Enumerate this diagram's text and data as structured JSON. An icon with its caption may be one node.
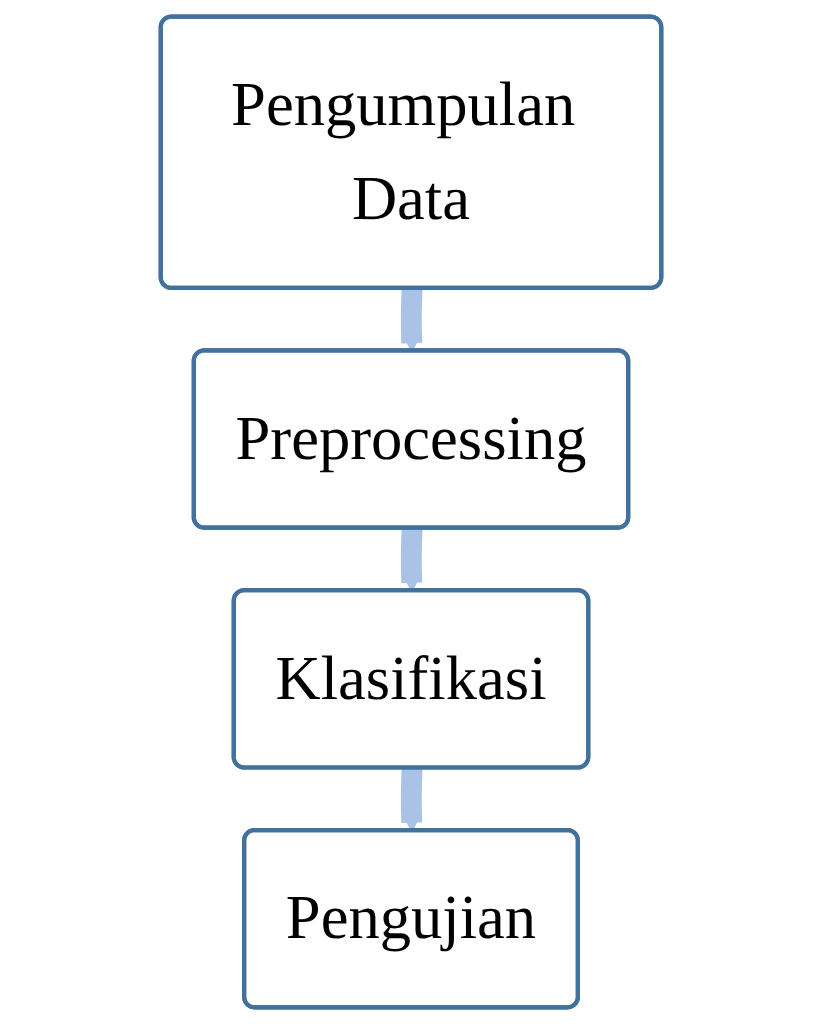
{
  "diagram": {
    "nodes": [
      {
        "text": [
          "Pengumpulan Data"
        ]
      },
      {
        "text": [
          "Preprocessing"
        ]
      },
      {
        "text": [
          "Klasifikasi"
        ]
      },
      {
        "text": [
          "Pengujian"
        ]
      }
    ],
    "edges": [
      {
        "from": 0,
        "to": 1,
        "arrow": "to"
      },
      {
        "from": 1,
        "to": 2,
        "arrow": "to"
      },
      {
        "from": 2,
        "to": 3,
        "arrow": "to"
      }
    ]
  }
}
